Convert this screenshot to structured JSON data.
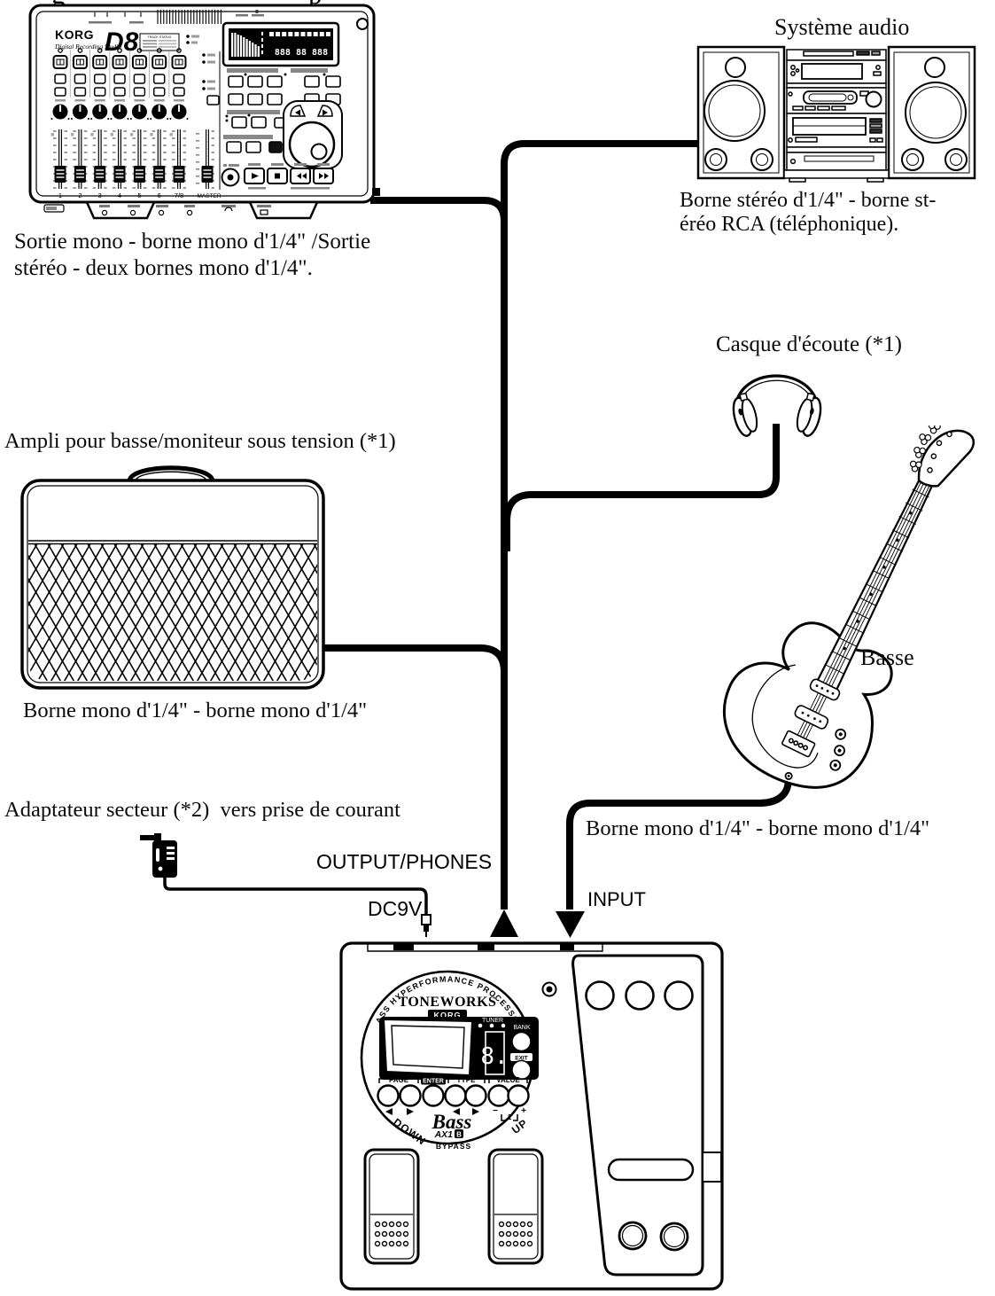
{
  "fragments": {
    "f1": "g",
    "f2": "p"
  },
  "recorder": {
    "brand": "KORG",
    "studio": "Digital Recording Studio",
    "model": "D8",
    "track_status": "TRACK STATUS",
    "display_digits": "888 88 888",
    "channels": [
      "1",
      "2",
      "3",
      "4",
      "5",
      "6",
      "7/8",
      "MASTER"
    ],
    "caption_line1": "Sortie mono - borne mono d'1/4\" /Sortie",
    "caption_line2": "stéréo - deux bornes mono d'1/4\"."
  },
  "audio_system": {
    "title": "Système audio",
    "caption_line1": "Borne stéréo d'1/4\" - borne st-",
    "caption_line2": "éréo RCA (téléphonique)."
  },
  "headphones": {
    "label": "Casque d'écoute (*1)"
  },
  "amp": {
    "label": "Ampli pour basse/moniteur sous tension (*1)",
    "caption": "Borne mono d'1/4\" - borne mono d'1/4\""
  },
  "bass": {
    "label": "Basse",
    "caption": "Borne mono d'1/4\" - borne mono d'1/4\""
  },
  "adapter": {
    "label": "Adaptateur secteur (*2)  vers prise de courant",
    "dc_label": "DC9V"
  },
  "connections": {
    "output_phones": "OUTPUT/PHONES",
    "input": "INPUT"
  },
  "pedal": {
    "arc_text": "BASS HYPERFORMANCE PROCESSOR",
    "brand": "TONEWORKS",
    "logo": "KORG",
    "tuner": "TUNER",
    "bank": "BANK",
    "exit": "EXIT",
    "digit": "8.",
    "page": "PAGE",
    "enter": "ENTER",
    "type": "TYPE",
    "value": "VALUE",
    "value_minus": "−",
    "value_plus": "+",
    "value_one": "1",
    "script": "Bass",
    "model_prefix": "AX1",
    "model_suffix": "B",
    "down": "DOWN",
    "up": "UP",
    "bypass": "BYPASS"
  },
  "colors": {
    "ink": "#000000",
    "paper": "#ffffff"
  }
}
